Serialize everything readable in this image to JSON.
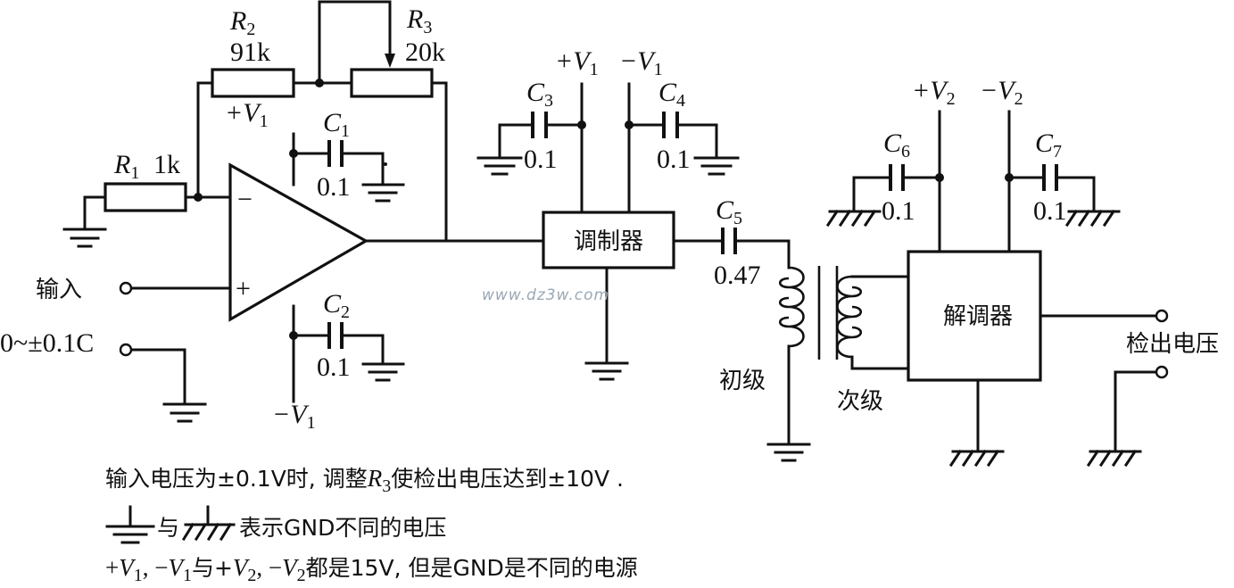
{
  "components": {
    "r1": {
      "ref": "R",
      "sub": "1",
      "value": "1k"
    },
    "r2": {
      "ref": "R",
      "sub": "2",
      "value": "91k"
    },
    "r3": {
      "ref": "R",
      "sub": "3",
      "value": "20k"
    },
    "c1": {
      "ref": "C",
      "sub": "1",
      "value": "0.1"
    },
    "c2": {
      "ref": "C",
      "sub": "2",
      "value": "0.1"
    },
    "c3": {
      "ref": "C",
      "sub": "3",
      "value": "0.1"
    },
    "c4": {
      "ref": "C",
      "sub": "4",
      "value": "0.1"
    },
    "c5": {
      "ref": "C",
      "sub": "5",
      "value": "0.47"
    },
    "c6": {
      "ref": "C",
      "sub": "6",
      "value": "0.1"
    },
    "c7": {
      "ref": "C",
      "sub": "7",
      "value": "0.1"
    }
  },
  "supplies": {
    "pv": "+V",
    "nv": "−V",
    "s1": "1",
    "s2": "2"
  },
  "opamp": {
    "minus": "−",
    "plus": "+"
  },
  "blocks": {
    "modulator": "调制器",
    "demodulator": "解调器"
  },
  "labels": {
    "input": "输入",
    "input_range": "0~±0.1C",
    "primary": "初级",
    "secondary": "次级",
    "output": "检出电压",
    "watermark": "www.dz3w.com"
  },
  "notes": {
    "line1_pre": "输入电压为±0.1V时, 调整",
    "line1_ref": "R",
    "line1_sub": "3",
    "line1_post": "使检出电压达到±10V .",
    "line2_mid": "与",
    "line2_post": "表示GND不同的电压",
    "line3_a": "+",
    "line3_b": ", −",
    "line3_c": "与+",
    "line3_d": ", −",
    "line3_e": "都是15V, 但是GND是不同的电源"
  }
}
